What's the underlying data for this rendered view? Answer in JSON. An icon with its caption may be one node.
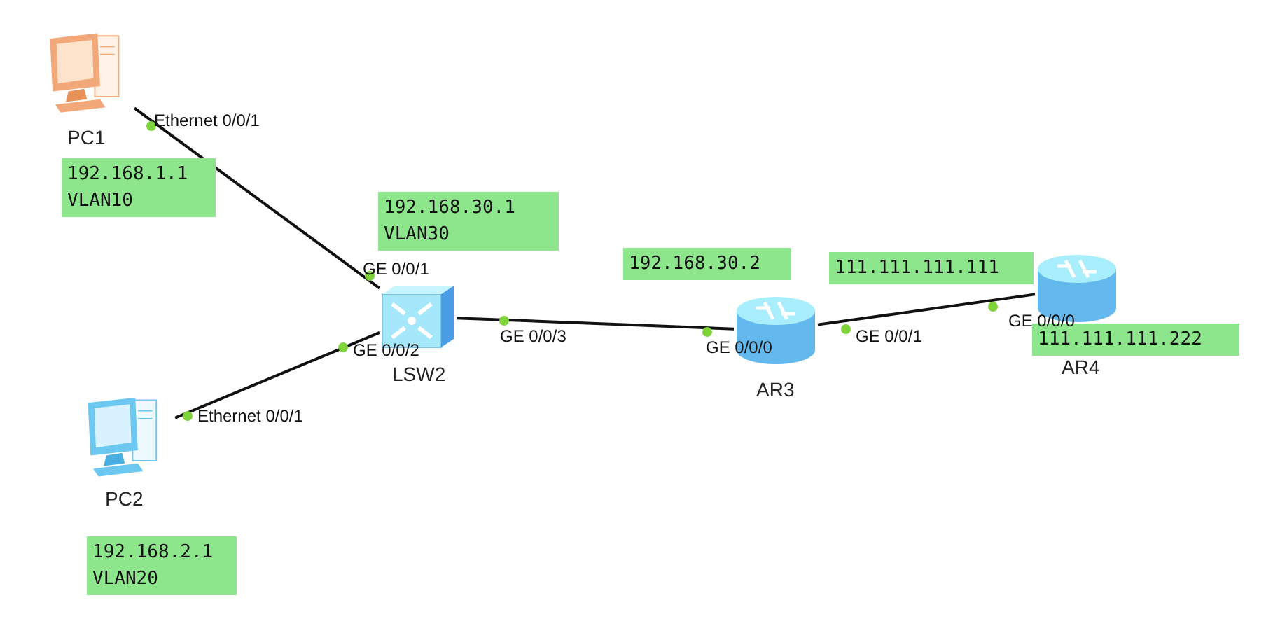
{
  "diagram": {
    "nodes": [
      {
        "text": [
          "PC1"
        ]
      },
      {
        "text": [
          "192.168.1.1",
          "VLAN10"
        ]
      },
      {
        "text": [
          "192.168.30.1",
          "VLAN30"
        ]
      },
      {
        "text": [
          "192.168.30.2"
        ]
      },
      {
        "text": [
          "111.111.111.111"
        ]
      },
      {
        "text": [
          "LSW2"
        ]
      },
      {
        "text": [
          "AR3"
        ]
      },
      {
        "text": [
          "AR4"
        ]
      },
      {
        "text": [
          "111.111.111.222"
        ]
      },
      {
        "text": [
          "PC2"
        ]
      },
      {
        "text": [
          "192.168.2.1",
          "VLAN20"
        ]
      }
    ],
    "edges": [
      {
        "from": 0,
        "to": 5,
        "arrow": "none"
      },
      {
        "from": 9,
        "to": 5,
        "arrow": "none"
      },
      {
        "from": 5,
        "to": 6,
        "arrow": "none"
      },
      {
        "from": 6,
        "to": 7,
        "arrow": "none"
      }
    ],
    "labels": [
      "Ethernet 0/0/1",
      "GE 0/0/1",
      "GE 0/0/3",
      "GE 0/0/0",
      "GE 0/0/1",
      "GE 0/0/0",
      "GE 0/0/2",
      "Ethernet 0/0/1"
    ]
  }
}
